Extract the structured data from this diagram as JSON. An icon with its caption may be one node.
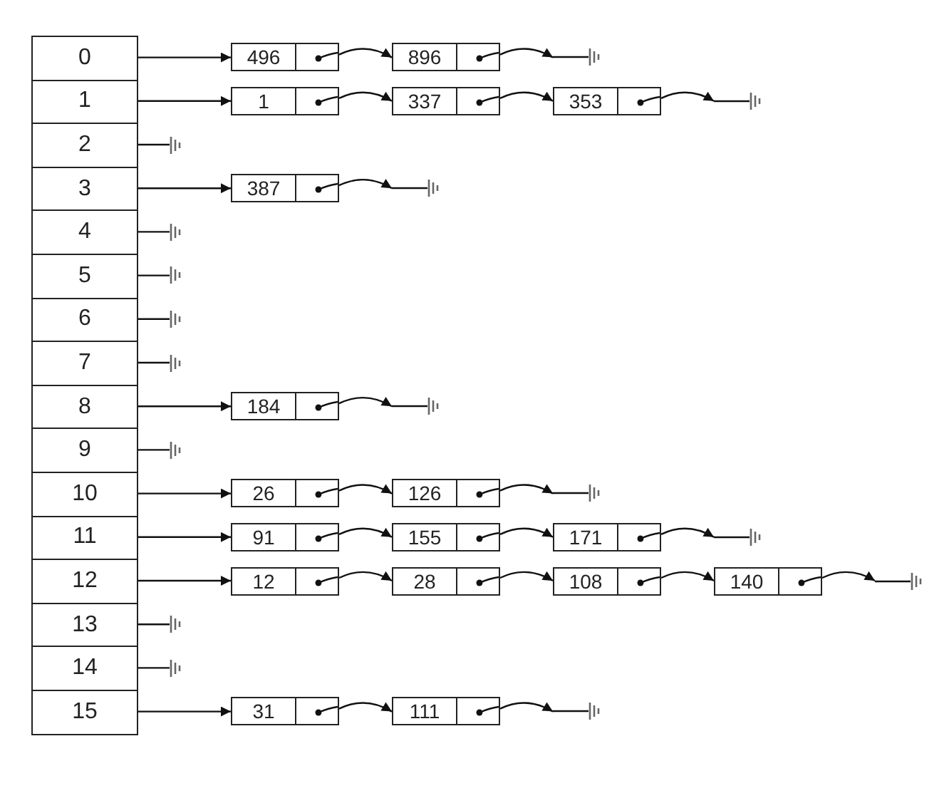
{
  "diagram": {
    "nodes": [
      {
        "text": [
          "0"
        ]
      },
      {
        "text": [
          "496"
        ]
      },
      {
        "text": [
          "896"
        ]
      },
      {
        "text": [],
        "shape": "ground"
      },
      {
        "text": [
          "1"
        ]
      },
      {
        "text": [
          "1"
        ]
      },
      {
        "text": [
          "337"
        ]
      },
      {
        "text": [
          "353"
        ]
      },
      {
        "text": [],
        "shape": "ground"
      },
      {
        "text": [
          "2"
        ]
      },
      {
        "text": [],
        "shape": "ground"
      },
      {
        "text": [
          "3"
        ]
      },
      {
        "text": [
          "387"
        ]
      },
      {
        "text": [],
        "shape": "ground"
      },
      {
        "text": [
          "4"
        ]
      },
      {
        "text": [],
        "shape": "ground"
      },
      {
        "text": [
          "5"
        ]
      },
      {
        "text": [],
        "shape": "ground"
      },
      {
        "text": [
          "6"
        ]
      },
      {
        "text": [],
        "shape": "ground"
      },
      {
        "text": [
          "7"
        ]
      },
      {
        "text": [],
        "shape": "ground"
      },
      {
        "text": [
          "8"
        ]
      },
      {
        "text": [
          "184"
        ]
      },
      {
        "text": [],
        "shape": "ground"
      },
      {
        "text": [
          "9"
        ]
      },
      {
        "text": [],
        "shape": "ground"
      },
      {
        "text": [
          "10"
        ]
      },
      {
        "text": [
          "26"
        ]
      },
      {
        "text": [
          "126"
        ]
      },
      {
        "text": [],
        "shape": "ground"
      },
      {
        "text": [
          "11"
        ]
      },
      {
        "text": [
          "91"
        ]
      },
      {
        "text": [
          "155"
        ]
      },
      {
        "text": [
          "171"
        ]
      },
      {
        "text": [],
        "shape": "ground"
      },
      {
        "text": [
          "12"
        ]
      },
      {
        "text": [
          "12"
        ]
      },
      {
        "text": [
          "28"
        ]
      },
      {
        "text": [
          "108"
        ]
      },
      {
        "text": [
          "140"
        ]
      },
      {
        "text": [],
        "shape": "ground"
      },
      {
        "text": [
          "13"
        ]
      },
      {
        "text": [],
        "shape": "ground"
      },
      {
        "text": [
          "14"
        ]
      },
      {
        "text": [],
        "shape": "ground"
      },
      {
        "text": [
          "15"
        ]
      },
      {
        "text": [
          "31"
        ]
      },
      {
        "text": [
          "111"
        ]
      },
      {
        "text": [],
        "shape": "ground"
      }
    ],
    "edges": [
      {
        "from": 0,
        "to": 1,
        "arrow": "to"
      },
      {
        "from": 1,
        "to": 2,
        "arrow": "to"
      },
      {
        "from": 2,
        "to": 3,
        "arrow": "to"
      },
      {
        "from": 4,
        "to": 5,
        "arrow": "to"
      },
      {
        "from": 5,
        "to": 6,
        "arrow": "to"
      },
      {
        "from": 6,
        "to": 7,
        "arrow": "to"
      },
      {
        "from": 7,
        "to": 8,
        "arrow": "to"
      },
      {
        "from": 9,
        "to": 10,
        "arrow": "none"
      },
      {
        "from": 11,
        "to": 12,
        "arrow": "to"
      },
      {
        "from": 12,
        "to": 13,
        "arrow": "to"
      },
      {
        "from": 14,
        "to": 15,
        "arrow": "none"
      },
      {
        "from": 16,
        "to": 17,
        "arrow": "none"
      },
      {
        "from": 18,
        "to": 19,
        "arrow": "none"
      },
      {
        "from": 20,
        "to": 21,
        "arrow": "none"
      },
      {
        "from": 22,
        "to": 23,
        "arrow": "to"
      },
      {
        "from": 23,
        "to": 24,
        "arrow": "to"
      },
      {
        "from": 25,
        "to": 26,
        "arrow": "none"
      },
      {
        "from": 27,
        "to": 28,
        "arrow": "to"
      },
      {
        "from": 28,
        "to": 29,
        "arrow": "to"
      },
      {
        "from": 29,
        "to": 30,
        "arrow": "to"
      },
      {
        "from": 31,
        "to": 32,
        "arrow": "to"
      },
      {
        "from": 32,
        "to": 33,
        "arrow": "to"
      },
      {
        "from": 33,
        "to": 34,
        "arrow": "to"
      },
      {
        "from": 34,
        "to": 35,
        "arrow": "to"
      },
      {
        "from": 36,
        "to": 37,
        "arrow": "to"
      },
      {
        "from": 37,
        "to": 38,
        "arrow": "to"
      },
      {
        "from": 38,
        "to": 39,
        "arrow": "to"
      },
      {
        "from": 39,
        "to": 40,
        "arrow": "to"
      },
      {
        "from": 40,
        "to": 41,
        "arrow": "to"
      },
      {
        "from": 42,
        "to": 43,
        "arrow": "none"
      },
      {
        "from": 44,
        "to": 45,
        "arrow": "none"
      },
      {
        "from": 46,
        "to": 47,
        "arrow": "to"
      },
      {
        "from": 47,
        "to": 48,
        "arrow": "to"
      },
      {
        "from": 48,
        "to": 49,
        "arrow": "to"
      }
    ]
  }
}
